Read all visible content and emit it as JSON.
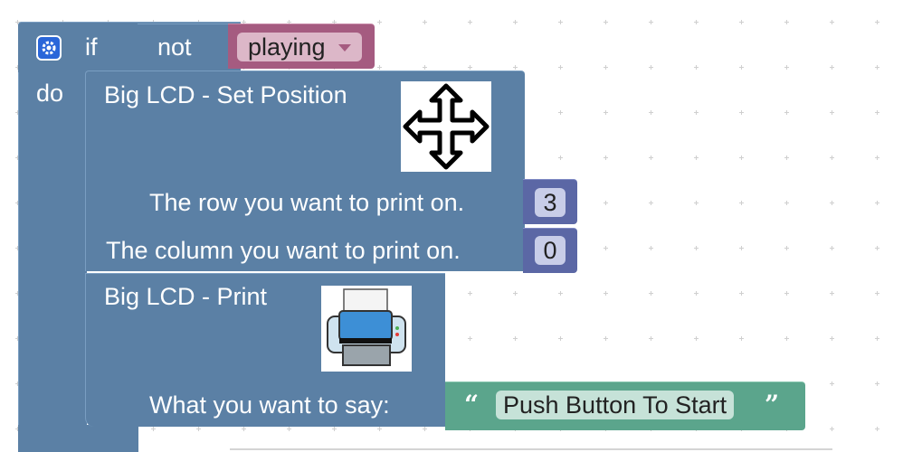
{
  "if_block": {
    "if_label": "if",
    "do_label": "do"
  },
  "not_block": {
    "label": "not"
  },
  "variable_block": {
    "selected": "playing"
  },
  "set_position_block": {
    "title": "Big LCD - Set Position",
    "row_label": "The row you want to print on.",
    "row_value": "3",
    "column_label": "The column you want to print on.",
    "column_value": "0"
  },
  "print_block": {
    "title": "Big LCD - Print",
    "say_label": "What you want to say:",
    "text_value": "Push Button To Start"
  },
  "string_block": {
    "open_quote": "“",
    "close_quote": "”"
  },
  "colors": {
    "logic": "#5b80a5",
    "variable": "#a55b80",
    "math": "#5b67a5",
    "text": "#5ba58c"
  },
  "icons": [
    "gear-icon",
    "move-arrows-icon",
    "printer-icon",
    "dropdown-caret-icon"
  ]
}
